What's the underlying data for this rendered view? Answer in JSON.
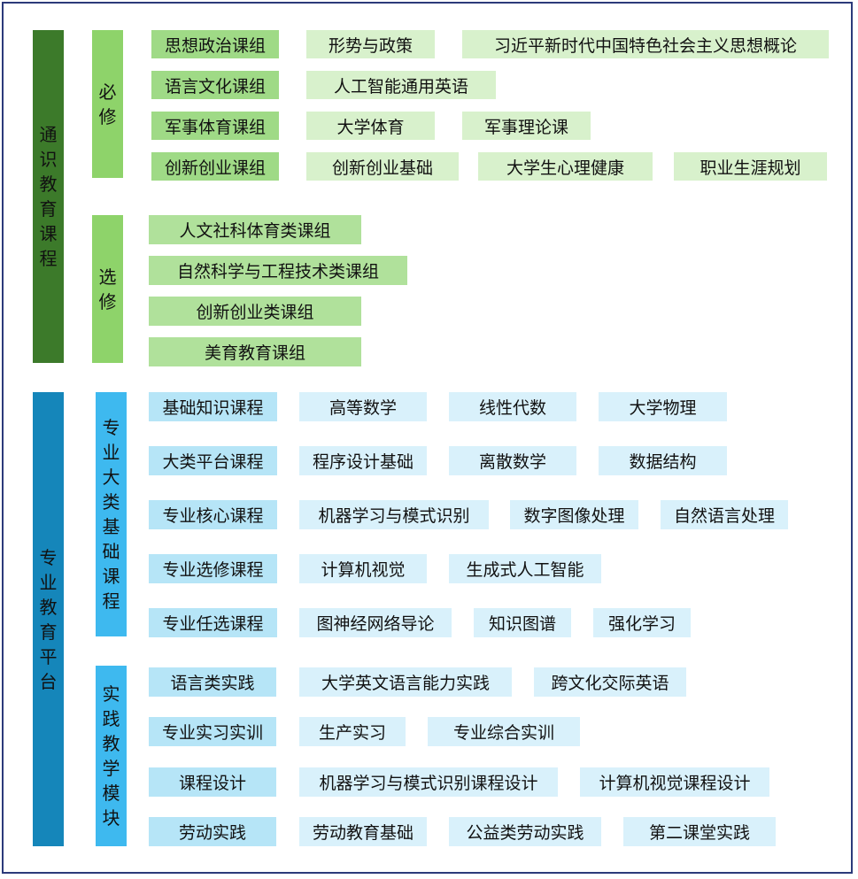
{
  "sections": {
    "general": {
      "title_chars": [
        "通",
        "识",
        "教",
        "育",
        "课",
        "程"
      ],
      "required": {
        "label_chars": [
          "必",
          "修"
        ],
        "rows": [
          [
            "思想政治课组",
            "形势与政策",
            "习近平新时代中国特色社会主义思想概论"
          ],
          [
            "语言文化课组",
            "人工智能通用英语"
          ],
          [
            "军事体育课组",
            "大学体育",
            "军事理论课"
          ],
          [
            "创新创业课组",
            "创新创业基础",
            "大学生心理健康",
            "职业生涯规划"
          ]
        ]
      },
      "elective": {
        "label_chars": [
          "选",
          "修"
        ],
        "items": [
          "人文社科体育类课组",
          "自然科学与工程技术类课组",
          "创新创业类课组",
          "美育教育课组"
        ]
      }
    },
    "professional": {
      "title_chars": [
        "专",
        "业",
        "教",
        "育",
        "平",
        "台"
      ],
      "foundation": {
        "label_chars": [
          "专",
          "业",
          "大",
          "类",
          "基",
          "础",
          "课",
          "程"
        ],
        "rows": [
          [
            "基础知识课程",
            "高等数学",
            "线性代数",
            "大学物理"
          ],
          [
            "大类平台课程",
            "程序设计基础",
            "离散数学",
            "数据结构"
          ],
          [
            "专业核心课程",
            "机器学习与模式识别",
            "数字图像处理",
            "自然语言处理"
          ],
          [
            "专业选修课程",
            "计算机视觉",
            "生成式人工智能"
          ],
          [
            "专业任选课程",
            "图神经网络导论",
            "知识图谱",
            "强化学习"
          ]
        ]
      },
      "practice": {
        "label_chars": [
          "实",
          "践",
          "教",
          "学",
          "模",
          "块"
        ],
        "rows": [
          [
            "语言类实践",
            "大学英文语言能力实践",
            "跨文化交际英语"
          ],
          [
            "专业实习实训",
            "生产实习",
            "专业综合实训"
          ],
          [
            "课程设计",
            "机器学习与模式识别课程设计",
            "计算机视觉课程设计"
          ],
          [
            "劳动实践",
            "劳动教育基础",
            "公益类劳动实践",
            "第二课堂实践"
          ]
        ]
      }
    }
  },
  "colors": {
    "green_dark": "#3c7a2a",
    "green_mid": "#8ed36a",
    "green_cat": "#9fda86",
    "green_course": "#d8f1cc",
    "blue_dark": "#1586ba",
    "blue_mid": "#3eb9ef",
    "blue_cat": "#b6e5f7",
    "blue_course": "#d9f1fb",
    "border": "#2c3a7a"
  }
}
